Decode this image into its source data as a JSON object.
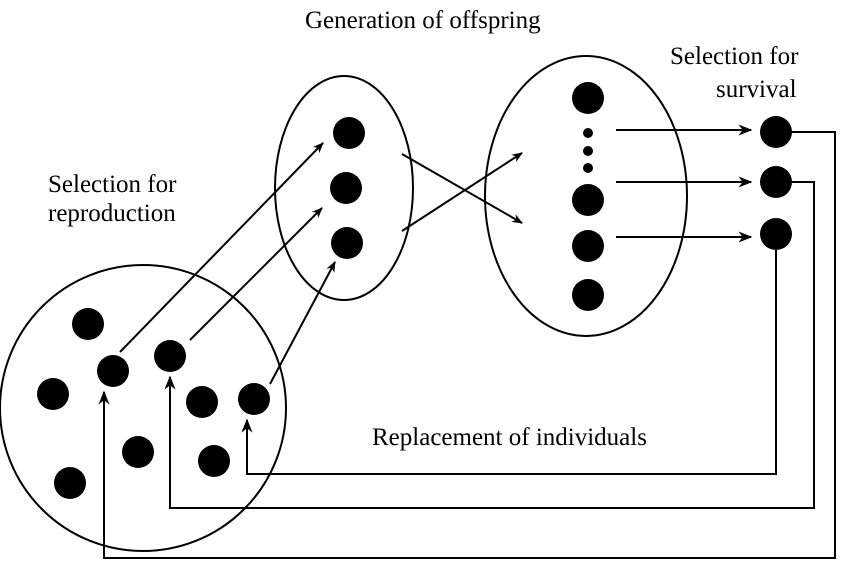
{
  "labels": {
    "generation": "Generation of offspring",
    "selection_survival_line1": "Selection for",
    "selection_survival_line2": "survival",
    "selection_reproduction_line1": "Selection for",
    "selection_reproduction_line2": "reproduction",
    "replacement": "Replacement of individuals"
  },
  "colors": {
    "ink": "#000000",
    "background": "#ffffff"
  }
}
